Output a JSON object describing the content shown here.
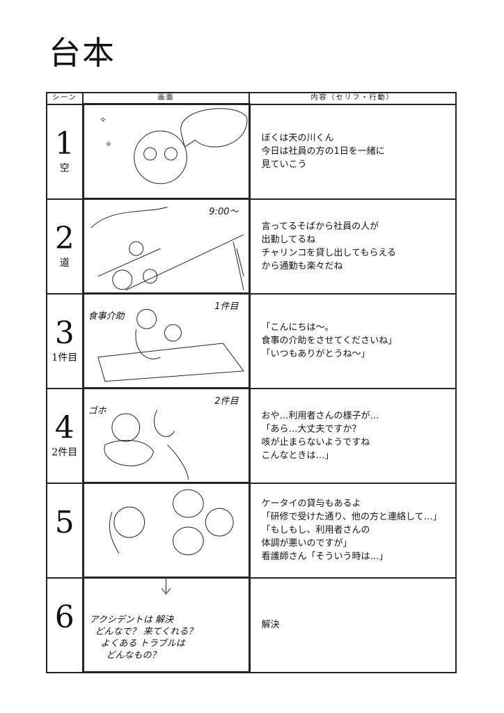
{
  "title": "台本",
  "headers": [
    "シーン",
    "画面",
    "内容（セリフ・行動）"
  ],
  "scenes": [
    {
      "num": "1",
      "sub": "空",
      "notes": [],
      "lines": [
        "ぼくは天の川くん",
        "今日は社員の方の1日を一緒に",
        "見ていこう"
      ]
    },
    {
      "num": "2",
      "sub": "道",
      "notes": [
        "9:00〜"
      ],
      "lines": [
        "言ってるそばから社員の人が",
        "出勤してるね",
        "チャリンコを貸し出してもらえる",
        "から通勤も楽々だね"
      ]
    },
    {
      "num": "3",
      "sub": "1件目",
      "notes": [
        "1件目",
        "食事介助"
      ],
      "lines": [
        "「こんにちは〜。",
        "食事の介助をさせてくださいね」",
        "",
        "「いつもありがとうね〜」"
      ]
    },
    {
      "num": "4",
      "sub": "2件目",
      "notes": [
        "2件目",
        "ゴホ"
      ],
      "lines": [
        "おや…利用者さんの様子が…",
        "",
        "「あら…大丈夫ですか？",
        "咳が止まらないようですね",
        "こんなときは…」"
      ]
    },
    {
      "num": "5",
      "sub": "",
      "notes": [],
      "lines": [
        "ケータイの貸与もあるよ",
        "",
        "「研修で受けた通り、他の方と連絡して…」",
        "「もしもし、利用者さんの",
        "体調が悪いのですが」",
        "看護師さん「そういう時は…」"
      ]
    },
    {
      "num": "6",
      "sub": "",
      "notes": [
        "アクシデントは 解決",
        "どんなで？ 来てくれる？",
        "よくある トラブルは",
        "どんなもの？"
      ],
      "lines": [
        "解決"
      ]
    }
  ]
}
